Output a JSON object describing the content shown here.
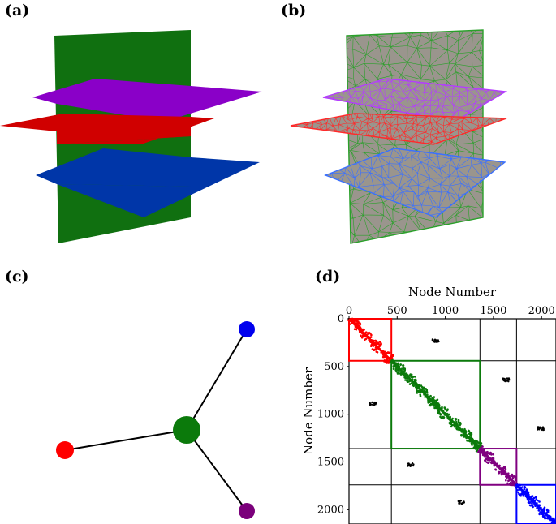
{
  "panels": {
    "a": "(a)",
    "b": "(b)",
    "c": "(c)",
    "d": "(d)"
  },
  "colors": {
    "green": "#107010",
    "purple": "#8a00c8",
    "red": "#d00000",
    "blue": "#0036a8",
    "mesh_fill": "#9a958d",
    "mesh_purple": "#b43cff",
    "mesh_red": "#ff2a2a",
    "mesh_blue": "#3a70ff",
    "mesh_green": "#2aa02a"
  },
  "graph": {
    "nodes": [
      {
        "id": "green",
        "color": "#0b7a0b",
        "size": "large"
      },
      {
        "id": "blue",
        "color": "#0000ee",
        "size": "small"
      },
      {
        "id": "red",
        "color": "#ff0000",
        "size": "small"
      },
      {
        "id": "purple",
        "color": "#7b007b",
        "size": "small"
      }
    ],
    "edges": [
      [
        "green",
        "blue"
      ],
      [
        "green",
        "red"
      ],
      [
        "green",
        "purple"
      ]
    ]
  },
  "chart_data": {
    "type": "heatmap",
    "title": "",
    "xlabel": "Node Number",
    "ylabel": "Node Number",
    "xlim": [
      0,
      2150
    ],
    "ylim": [
      0,
      2150
    ],
    "x_ticks": [
      "0",
      "500",
      "1000",
      "1500",
      "2000"
    ],
    "y_ticks": [
      "0",
      "500",
      "1000",
      "1500",
      "2000"
    ],
    "x_tick_values": [
      0,
      500,
      1000,
      1500,
      2000
    ],
    "y_tick_values": [
      0,
      500,
      1000,
      1500,
      2000
    ],
    "block_boundaries": [
      0,
      440,
      1360,
      1740,
      2150
    ],
    "blocks": [
      {
        "name": "red",
        "start": 0,
        "end": 440,
        "color": "#ff0000"
      },
      {
        "name": "green",
        "start": 440,
        "end": 1360,
        "color": "#0b7a0b"
      },
      {
        "name": "purple",
        "start": 1360,
        "end": 1740,
        "color": "#800080"
      },
      {
        "name": "blue",
        "start": 1740,
        "end": 2150,
        "color": "#0000ff"
      }
    ],
    "coupling_clusters": [
      {
        "x": 900,
        "y": 230
      },
      {
        "x": 1630,
        "y": 640
      },
      {
        "x": 250,
        "y": 890
      },
      {
        "x": 1990,
        "y": 1150
      },
      {
        "x": 640,
        "y": 1530
      },
      {
        "x": 1170,
        "y": 1920
      }
    ]
  }
}
